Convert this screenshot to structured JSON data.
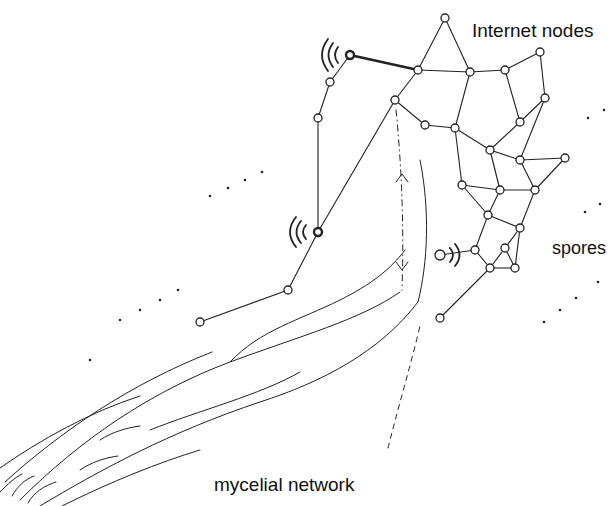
{
  "diagram": {
    "labels": [
      "Internet nodes",
      "spores",
      "mycelial network"
    ]
  }
}
